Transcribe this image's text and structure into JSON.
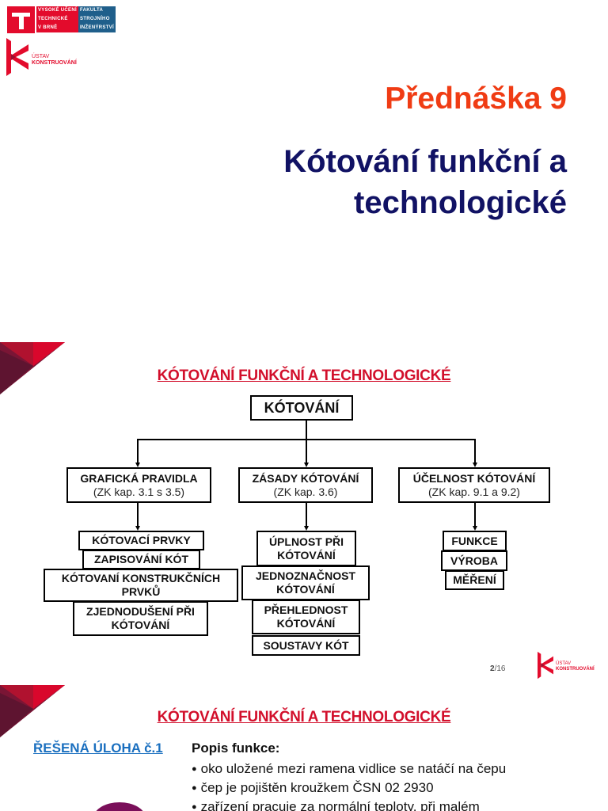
{
  "slide1": {
    "vut_logo": {
      "rows": [
        [
          "VYSOKÉ UČENÍ",
          "FAKULTA"
        ],
        [
          "TECHNICKÉ",
          "STROJNÍHO"
        ],
        [
          "V BRNĚ",
          "INŽENÝRSTVÍ"
        ]
      ]
    },
    "ustav_logo": {
      "line1": "ÚSTAV",
      "line2": "KONSTRUOVÁNÍ"
    },
    "lecture_label": "Přednáška 9",
    "title_line1": "Kótování funkční a",
    "title_line2": "technologické"
  },
  "slide2": {
    "heading": "KÓTOVÁNÍ FUNKČNÍ A TECHNOLOGICKÉ",
    "root": "KÓTOVÁNÍ",
    "branches": [
      {
        "title": "GRAFICKÁ PRAVIDLA",
        "ref": "(ZK kap. 3.1 s 3.5)",
        "items": [
          "KÓTOVACÍ PRVKY",
          "ZAPISOVÁNÍ KÓT",
          "KÓTOVANÍ KONSTRUKČNÍCH PRVKŮ",
          "ZJEDNODUŠENÍ PŘI KÓTOVÁNÍ"
        ]
      },
      {
        "title": "ZÁSADY KÓTOVÁNÍ",
        "ref": "(ZK kap. 3.6)",
        "items": [
          "ÚPLNOST PŘI KÓTOVÁNÍ",
          "JEDNOZNAČNOST KÓTOVÁNÍ",
          "PŘEHLEDNOST KÓTOVÁNÍ",
          "SOUSTAVY KÓT"
        ]
      },
      {
        "title": "ÚČELNOST KÓTOVÁNÍ",
        "ref": "(ZK kap. 9.1 a 9.2)",
        "items": [
          "FUNKCE",
          "VÝROBA",
          "MĚŘENÍ"
        ]
      }
    ],
    "page_current": "2",
    "page_total": "/16",
    "footer_logo": {
      "line1": "ÚSTAV",
      "line2": "KONSTRUOVÁNÍ"
    }
  },
  "slide3": {
    "heading": "KÓTOVÁNÍ FUNKČNÍ A TECHNOLOGICKÉ",
    "task_link": "ŘEŠENÁ ÚLOHA č.1",
    "section_title": "Popis funkce:",
    "bullets": [
      "oko uložené mezi ramena vidlice se natáčí na čepu",
      "čep je pojištěn kroužkem ČSN 02 2930",
      "zařízení pracuje za normální teploty, při malém"
    ]
  },
  "colors": {
    "brand_red": "#e30b2c",
    "brand_blue": "#1f5f8b",
    "lecture_orange": "#f03c14",
    "title_navy": "#111264",
    "heading_red": "#d20f2b",
    "link_blue": "#1a6fbf"
  }
}
